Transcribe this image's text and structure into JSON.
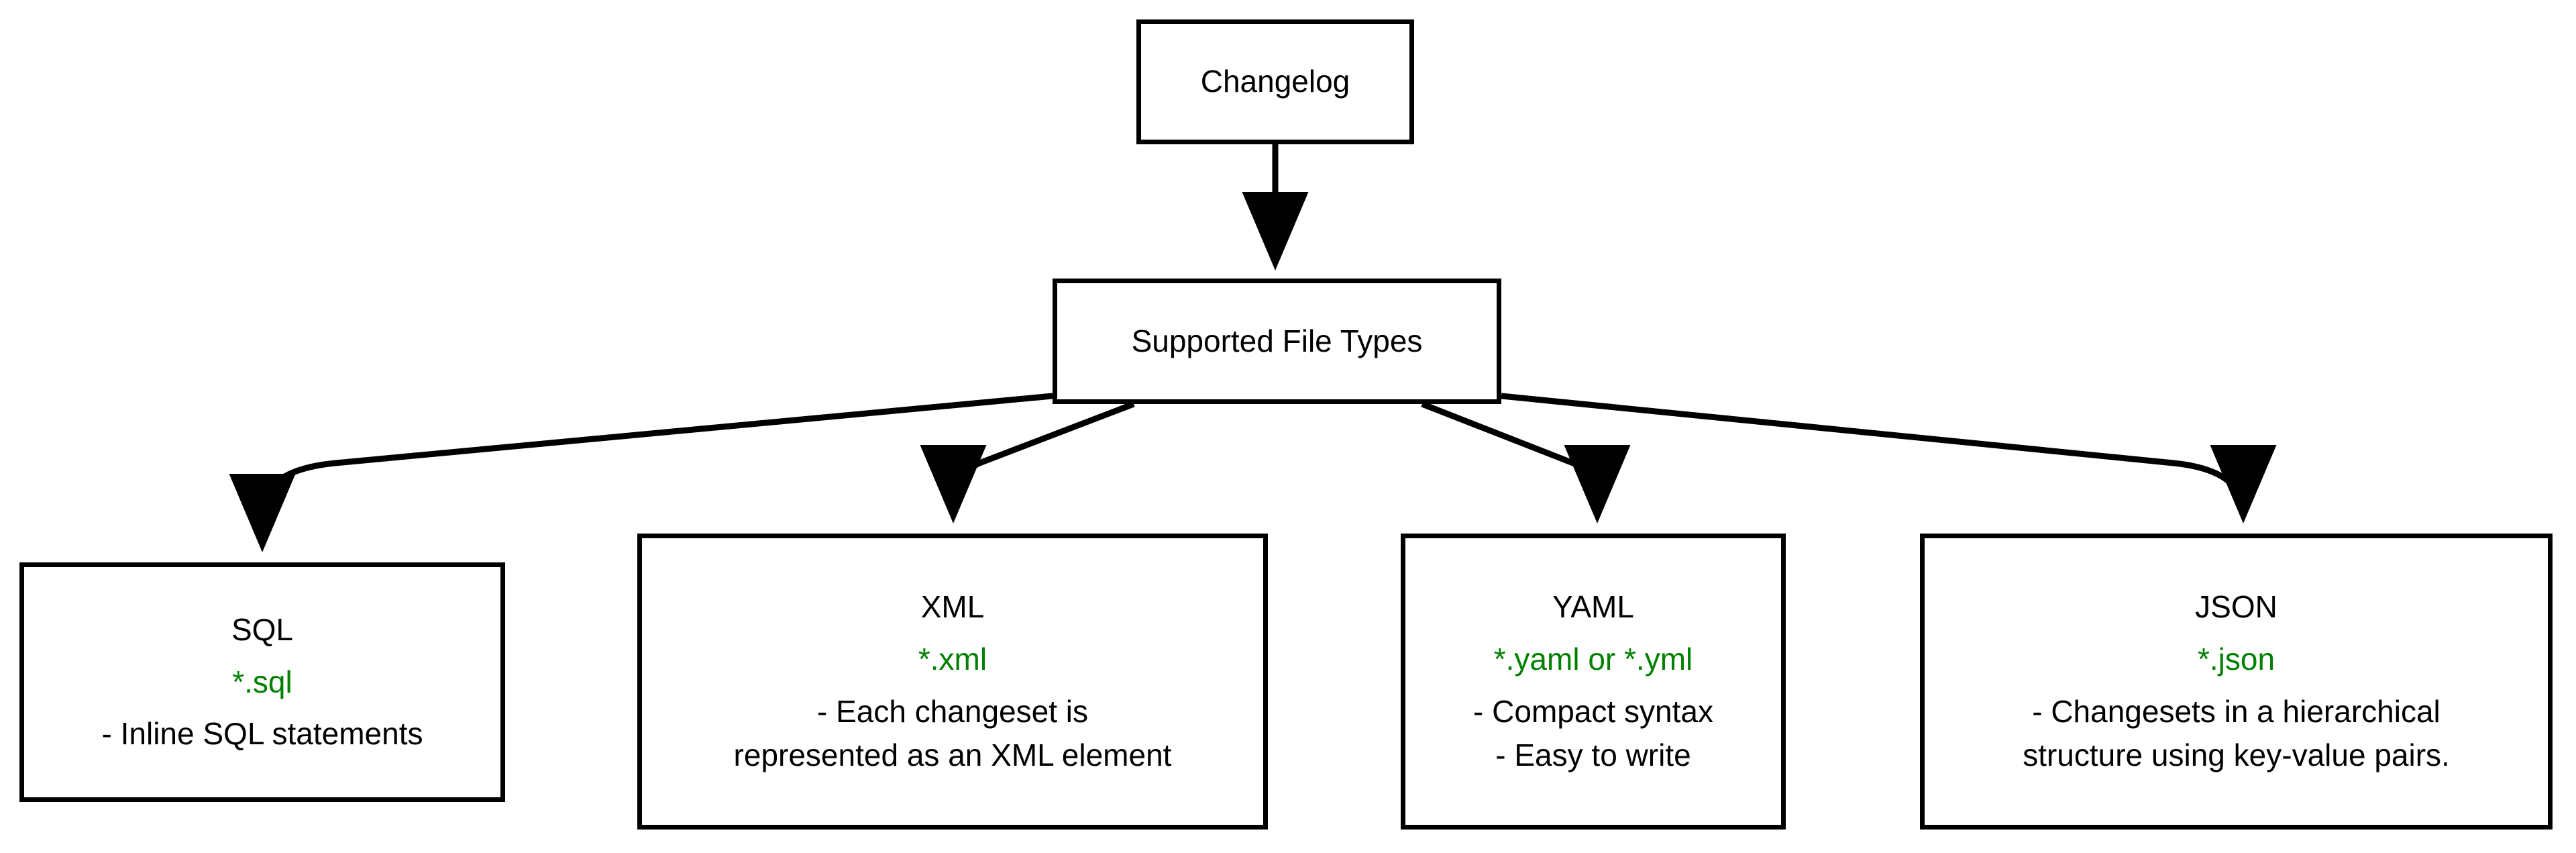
{
  "diagram": {
    "type": "flowchart",
    "direction": "top-down",
    "background_color": "#ffffff",
    "node_border_color": "#000000",
    "node_fill_color": "#ffffff",
    "edge_color": "#000000",
    "text_color": "#000000",
    "extension_color": "#008000"
  },
  "nodes": {
    "root": {
      "id": "changelog",
      "title": "Changelog"
    },
    "mid": {
      "id": "supported-file-types",
      "title": "Supported File Types"
    },
    "leaves": [
      {
        "id": "sql",
        "title": "SQL",
        "extension": "*.sql",
        "description_lines": [
          "- Inline SQL statements"
        ]
      },
      {
        "id": "xml",
        "title": "XML",
        "extension": "*.xml",
        "description_lines": [
          "- Each changeset is",
          "represented as an XML element"
        ]
      },
      {
        "id": "yaml",
        "title": "YAML",
        "extension": "*.yaml or *.yml",
        "description_lines": [
          "- Compact syntax",
          "- Easy to write"
        ]
      },
      {
        "id": "json",
        "title": "JSON",
        "extension": "*.json",
        "description_lines": [
          "- Changesets in a hierarchical",
          "structure using key-value pairs."
        ]
      }
    ]
  },
  "edges": [
    {
      "from": "changelog",
      "to": "supported-file-types",
      "arrow": "filled-triangle"
    },
    {
      "from": "supported-file-types",
      "to": "sql",
      "arrow": "filled-triangle"
    },
    {
      "from": "supported-file-types",
      "to": "xml",
      "arrow": "filled-triangle"
    },
    {
      "from": "supported-file-types",
      "to": "yaml",
      "arrow": "filled-triangle"
    },
    {
      "from": "supported-file-types",
      "to": "json",
      "arrow": "filled-triangle"
    }
  ]
}
